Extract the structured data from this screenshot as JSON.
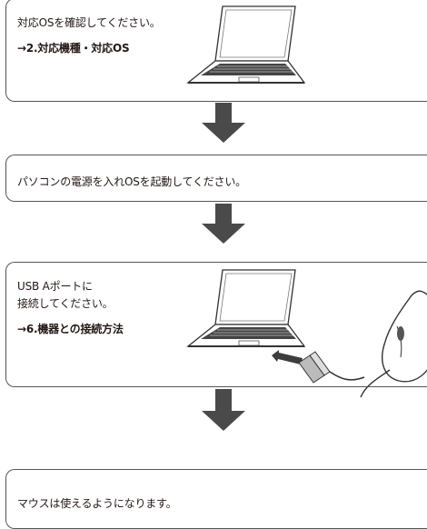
{
  "steps": [
    {
      "text": "対応OSを確認してください。",
      "link": "→2.対応機種・対応OS"
    },
    {
      "text": "パソコンの電源を入れOSを起動してください。"
    },
    {
      "line1": "USB Aポートに",
      "line2": "接続してください。",
      "link": "→6.機器との接続方法"
    },
    {
      "text": "マウスは使えるようになります。"
    }
  ],
  "colors": {
    "border": "#555555",
    "arrow": "#4a4a4a",
    "text": "#231815"
  },
  "icons": [
    "laptop-icon",
    "laptop-icon",
    "insert-arrow-icon",
    "usb-plug-icon",
    "mouse-icon"
  ]
}
